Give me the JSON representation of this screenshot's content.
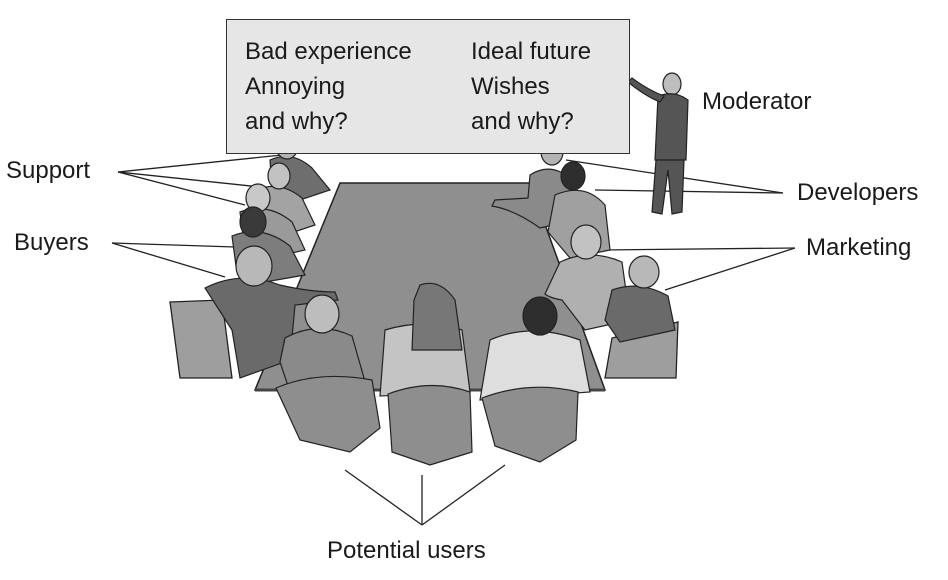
{
  "board": {
    "left_column": [
      "Bad experience",
      "Annoying",
      "and why?"
    ],
    "right_column": [
      "Ideal future",
      "Wishes",
      "and why?"
    ]
  },
  "labels": {
    "support": "Support",
    "buyers": "Buyers",
    "moderator": "Moderator",
    "developers": "Developers",
    "marketing": "Marketing",
    "potential_users": "Potential users"
  },
  "colors": {
    "board_fill": "#e6e6e6",
    "table_fill": "#8f8f8f",
    "figure_fill": "#a9a9a9",
    "figure_dark": "#555555",
    "stroke": "#222222"
  }
}
